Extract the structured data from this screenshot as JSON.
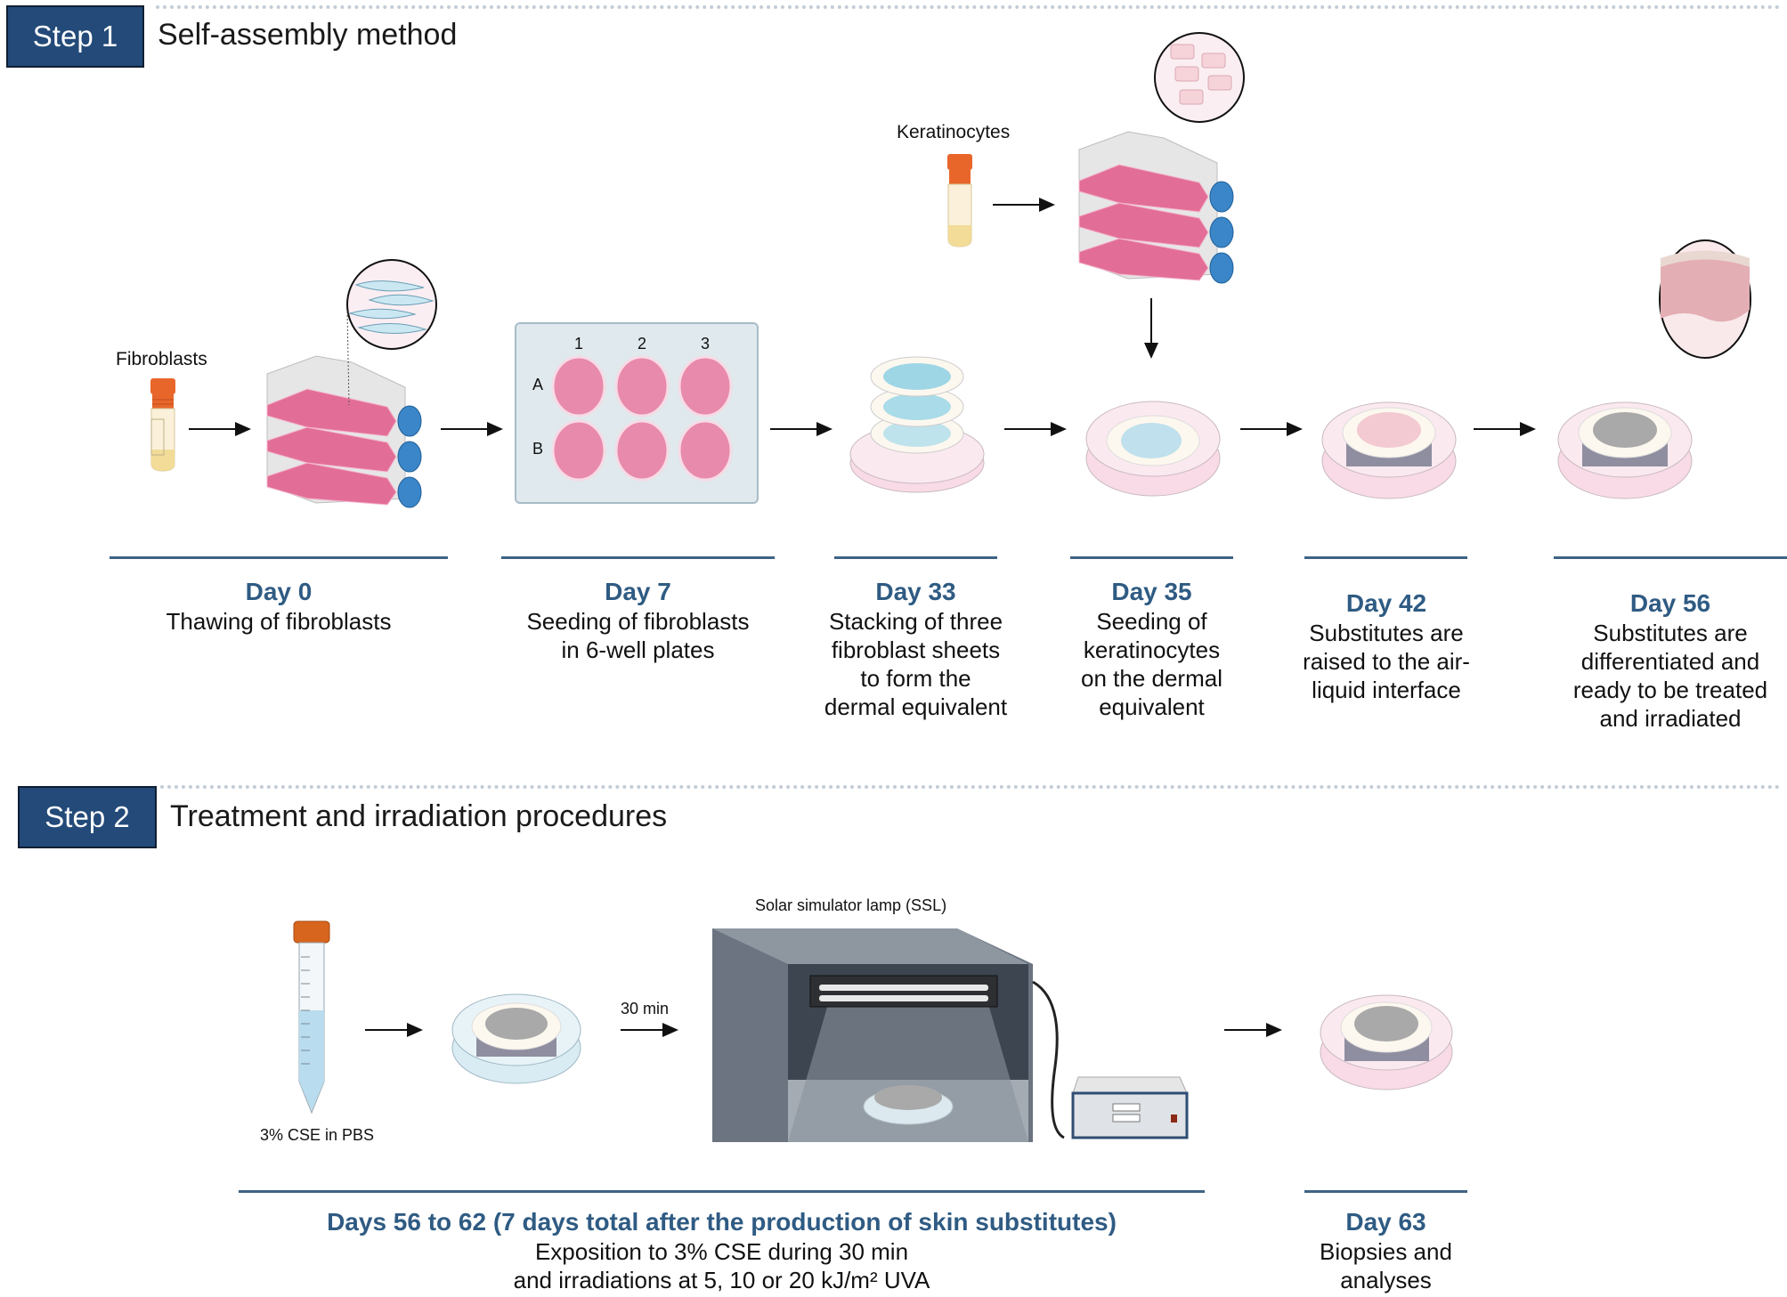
{
  "step1": {
    "badge": "Step 1",
    "title": "Self-assembly method",
    "cell_labels": {
      "fibroblasts": "Fibroblasts",
      "keratinocytes": "Keratinocytes"
    },
    "plate": {
      "columns": [
        "1",
        "2",
        "3"
      ],
      "rows": [
        "A",
        "B"
      ]
    },
    "stages": [
      {
        "day": "Day 0",
        "lines": [
          "Thawing of fibroblasts"
        ]
      },
      {
        "day": "Day 7",
        "lines": [
          "Seeding of fibroblasts",
          "in 6-well plates"
        ]
      },
      {
        "day": "Day 33",
        "lines": [
          "Stacking of three",
          "fibroblast sheets",
          "to form the",
          "dermal equivalent"
        ]
      },
      {
        "day": "Day 35",
        "lines": [
          "Seeding of",
          "keratinocytes",
          "on the dermal",
          "equivalent"
        ]
      },
      {
        "day": "Day 42",
        "lines": [
          "Substitutes are",
          "raised to the air-",
          "liquid interface"
        ]
      },
      {
        "day": "Day 56",
        "lines": [
          "Substitutes are",
          "differentiated and",
          "ready to be treated",
          "and irradiated"
        ]
      }
    ]
  },
  "step2": {
    "badge": "Step 2",
    "title": "Treatment and irradiation procedures",
    "tube_label": "3% CSE in PBS",
    "time_label": "30 min",
    "lamp_label": "Solar simulator lamp (SSL)",
    "stages": [
      {
        "day": "Days 56 to 62 (7 days total after the production of skin substitutes)",
        "lines": [
          "Exposition to 3% CSE during 30 min",
          "and irradiations at 5, 10 or 20 kJ/m² UVA"
        ]
      },
      {
        "day": "Day 63",
        "lines": [
          "Biopsies and",
          "analyses"
        ]
      }
    ]
  },
  "colors": {
    "badge": "#234a78",
    "day_text": "#2f5b83",
    "rule": "#3f6385",
    "flask_pink": "#e26e98",
    "cap_blue": "#3a86c8",
    "cap_orange": "#e8662a",
    "medium_pink": "#f7d6e2"
  }
}
